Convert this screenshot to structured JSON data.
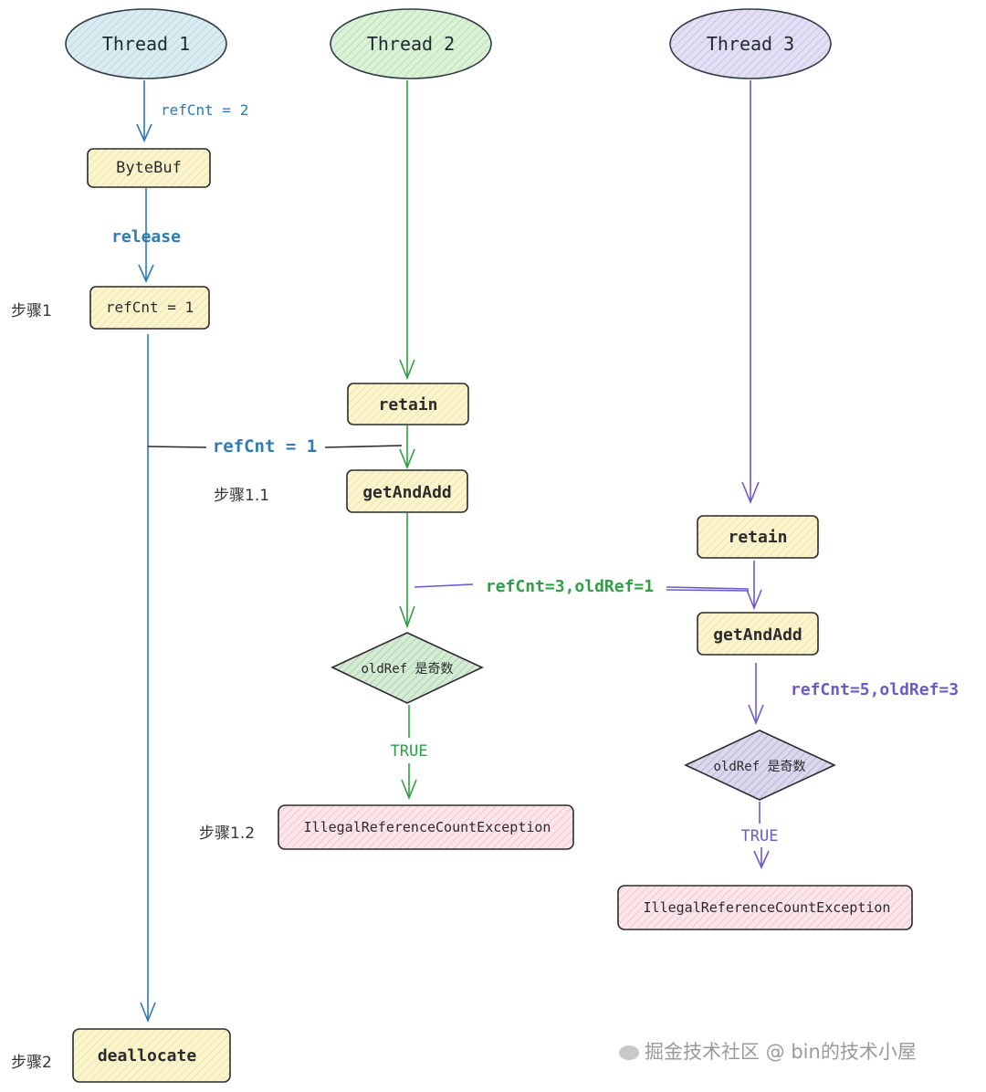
{
  "threads": [
    {
      "label": "Thread 1",
      "color": "#2f7ab3",
      "fill": "#cfe7ee"
    },
    {
      "label": "Thread 2",
      "color": "#2f9e44",
      "fill": "#d3efd0"
    },
    {
      "label": "Thread 3",
      "color": "#6b5bc9",
      "fill": "#dcd6f0"
    }
  ],
  "boxes": {
    "bytebuf": "ByteBuf",
    "refcnt1": "refCnt = 1",
    "t2_retain": "retain",
    "t2_getandadd": "getAndAdd",
    "t3_retain": "retain",
    "t3_getandadd": "getAndAdd",
    "t2_exception": "IllegalReferenceCountException",
    "t3_exception": "IllegalReferenceCountException",
    "deallocate": "deallocate"
  },
  "diamonds": {
    "t2": "oldRef 是奇数",
    "t3": "oldRef 是奇数"
  },
  "edge_labels": {
    "t1_refcnt2": "refCnt = 2",
    "t1_release": "release",
    "cross_refcnt1": "refCnt = 1",
    "cross_refcnt3": "refCnt=3,oldRef=1",
    "t3_refcnt5": "refCnt=5,oldRef=3",
    "t2_true": "TRUE",
    "t3_true": "TRUE"
  },
  "steps": {
    "s1": "步骤1",
    "s1_1": "步骤1.1",
    "s1_2": "步骤1.2",
    "s2": "步骤2"
  },
  "colors": {
    "box_yellow": "#fbf5cf",
    "box_pink": "#f9dde3",
    "diamond_green": "#cfe8cf",
    "diamond_purple": "#d9d4ea"
  },
  "watermark": "掘金技术社区 @ bin的技术小屋"
}
